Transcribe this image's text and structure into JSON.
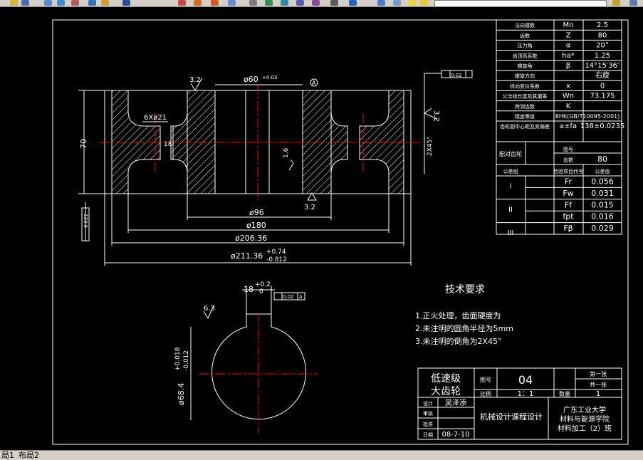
{
  "tabs": [
    "局1",
    "布局2"
  ],
  "colors": {
    "bg": "#000000",
    "line": "#ffffff",
    "center": "#ff0000",
    "hatch": "#ffffff"
  },
  "dims": {
    "d60": "ø60",
    "d60_tol": "+0.03",
    "top_rough": "3.2",
    "hole_spec": "6Xø21",
    "hole_len": "18",
    "ref_a": "A",
    "height": "70",
    "right_rough": "3.2",
    "rough_1_6": "1.6",
    "chamfer": "2X45°",
    "bottom_rough": "3.2",
    "d96": "ø96",
    "d180": "ø180",
    "d206": "ø206.36",
    "d211": "ø211.36",
    "d211_up": "+0.74",
    "d211_low": "-0.812",
    "runout_top": "0.02",
    "runout_left": "0.022"
  },
  "params": [
    {
      "name": "法向模数",
      "sym": "Mn",
      "val": "2.5"
    },
    {
      "name": "齿数",
      "sym": "Z",
      "val": "80"
    },
    {
      "name": "压力角",
      "sym": "α",
      "val": "20°"
    },
    {
      "name": "齿顶高系数",
      "sym": "ha*",
      "val": "1.25"
    },
    {
      "name": "螺旋角",
      "sym": "β",
      "val": "14°15′36″"
    },
    {
      "name": "螺旋方向",
      "sym": "",
      "val": "右旋"
    },
    {
      "name": "径向变位系数",
      "sym": "x",
      "val": "0"
    },
    {
      "name": "公法线长度及其偏差",
      "sym": "Wn",
      "val": "73.175"
    },
    {
      "name": "跨测齿数",
      "sym": "K",
      "val": ""
    },
    {
      "name": "精度等级",
      "sym": "",
      "val": "8HK(GB/T10095-2001)"
    },
    {
      "name": "齿轮副中心距及其偏差",
      "sym": "a±fa",
      "val": "138±0.0235"
    }
  ],
  "pair": {
    "label": "配对齿轮",
    "fig": "图号",
    "teeth": "齿数",
    "teeth_val": "80"
  },
  "tol_header": {
    "group": "公差组",
    "item": "检验项目代号",
    "value": "公差值"
  },
  "tolerances": [
    {
      "group": "I",
      "item": "Fr",
      "value": "0.056"
    },
    {
      "group": "",
      "item": "Fw",
      "value": "0.031"
    },
    {
      "group": "II",
      "item": "Ff",
      "value": "0.015"
    },
    {
      "group": "",
      "item": "fpt",
      "value": "0.016"
    },
    {
      "group": "III",
      "item": "Fβ",
      "value": "0.029"
    }
  ],
  "tech": {
    "title": "技术要求",
    "items": [
      "1.正火处理，齿面硬度为",
      "2.未注明的圆角半径为5mm",
      "3.未注明的倒角为2X45°"
    ]
  },
  "keyway": {
    "width": "18",
    "width_up": "+0.2",
    "width_low": "0",
    "rough": "6.3",
    "dia": "ø68.4",
    "dia_up": "+0.018",
    "dia_low": "-0.012",
    "tol": "0.02",
    "ref": "A"
  },
  "title_block": {
    "part_name_1": "低速级",
    "part_name_2": "大齿轮",
    "fig_label": "图号",
    "fig_no": "04",
    "sheet_1": "第一张",
    "sheet_2": "共一张",
    "scale_label": "比例",
    "scale": "1：1",
    "qty_label": "数量",
    "qty": "1",
    "designer_label": "设计",
    "designer": "吴泽添",
    "review_label": "审核",
    "approve_label": "批准",
    "date_label": "日期",
    "date": "08-7-10",
    "course": "机械设计课程设计",
    "school_1": "广东工业大学",
    "school_2": "材料与能源学院",
    "school_3": "材料加工（2）班"
  }
}
